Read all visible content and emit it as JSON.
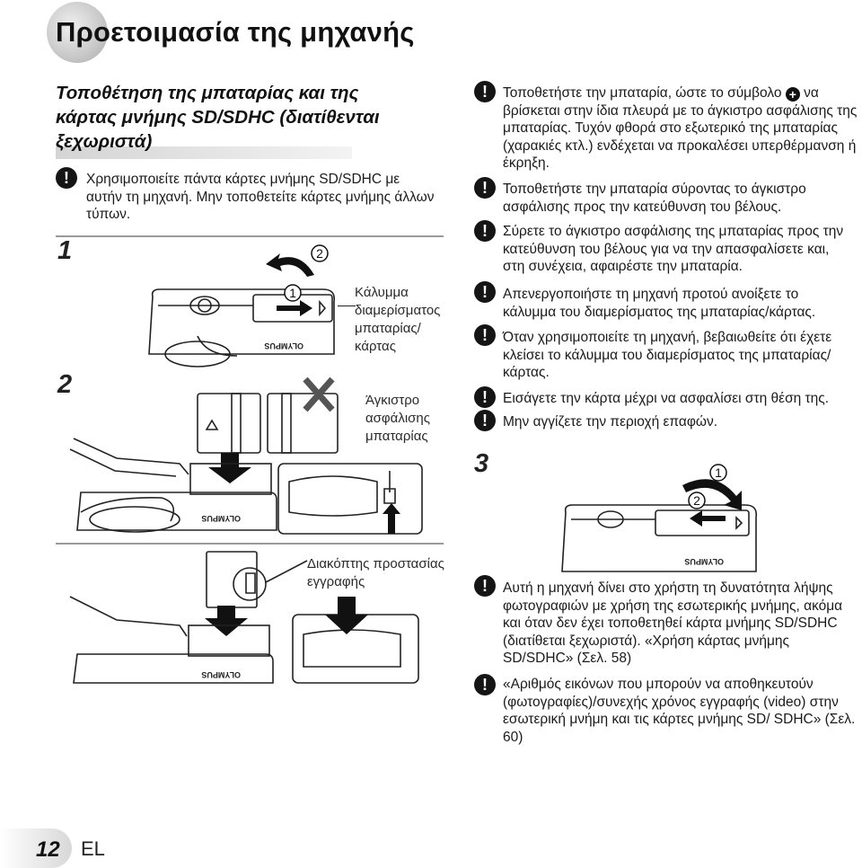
{
  "page_title": "Προετοιμασία της μηχανής",
  "section_title": "Τοποθέτηση της μπαταρίας και της κάρτας μνήμης SD/SDHC (διατίθενται ξεχωριστά)",
  "left_caution": "Χρησιμοποιείτε πάντα κάρτες μνήμης SD/SDHC με αυτήν τη μηχανή. Μην τοποθετείτε κάρτες μνήμης άλλων τύπων.",
  "steps": {
    "one": "1",
    "two": "2",
    "three": "3"
  },
  "circled": {
    "c1": "1",
    "c2": "2"
  },
  "callouts": {
    "cover": "Κάλυμμα διαμερίσματος μπαταρίας/ κάρτας",
    "lock": "Άγκιστρο ασφάλισης μπαταρίας",
    "write_protect": "Διακόπτης προστασίας εγγραφής"
  },
  "brand_text": "OLYMPUS",
  "right_cautions": [
    {
      "before": "Τοποθετήστε την μπαταρία, ώστε το σύμβολο",
      "symbol": "+",
      "after": "να βρίσκεται στην ίδια πλευρά με το άγκιστρο ασφάλισης της μπαταρίας. Τυχόν φθορά στο εξωτερικό της μπαταρίας (χαρακιές κτλ.) ενδέχεται να προκαλέσει υπερθέρμανση ή έκρηξη."
    },
    {
      "text": "Τοποθετήστε την μπαταρία σύροντας το άγκιστρο ασφάλισης προς την κατεύθυνση του βέλους."
    },
    {
      "text": "Σύρετε το άγκιστρο ασφάλισης της μπαταρίας προς την κατεύθυνση του βέλους για να την απασφαλίσετε και, στη συνέχεια, αφαιρέστε την μπαταρία."
    },
    {
      "text": "Απενεργοποιήστε τη μηχανή προτού ανοίξετε το κάλυμμα του διαμερίσματος της μπαταρίας/κάρτας."
    },
    {
      "text": "Όταν χρησιμοποιείτε τη μηχανή, βεβαιωθείτε ότι έχετε κλείσει το κάλυμμα του διαμερίσματος της μπαταρίας/ κάρτας."
    },
    {
      "text": "Εισάγετε την κάρτα μέχρι να ασφαλίσει στη θέση της."
    },
    {
      "text": "Μην αγγίζετε την περιοχή επαφών."
    }
  ],
  "bottom_notes": [
    {
      "text": "Αυτή η μηχανή δίνει στο χρήστη τη δυνατότητα λήψης φωτογραφιών με χρήση της εσωτερικής μνήμης, ακόμα και όταν δεν έχει τοποθετηθεί κάρτα μνήμης SD/SDHC (διατίθεται ξεχωριστά). «Χρήση κάρτας μνήμης SD/SDHC» (Σελ. 58)"
    },
    {
      "text": "«Αριθμός εικόνων που μπορούν να αποθηκευτούν (φωτογραφίες)/συνεχής χρόνος εγγραφής (video) στην εσωτερική μνήμη και τις κάρτες μνήμης SD/ SDHC» (Σελ. 60)"
    }
  ],
  "footer": {
    "page_number": "12",
    "language": "EL"
  },
  "colors": {
    "text": "#1a1a1a",
    "accent_gray": "#9a9a9a",
    "icon": "#151515"
  },
  "icons": [
    "caution-icon",
    "circled-number-icon",
    "arrow-icon",
    "cross-icon"
  ]
}
